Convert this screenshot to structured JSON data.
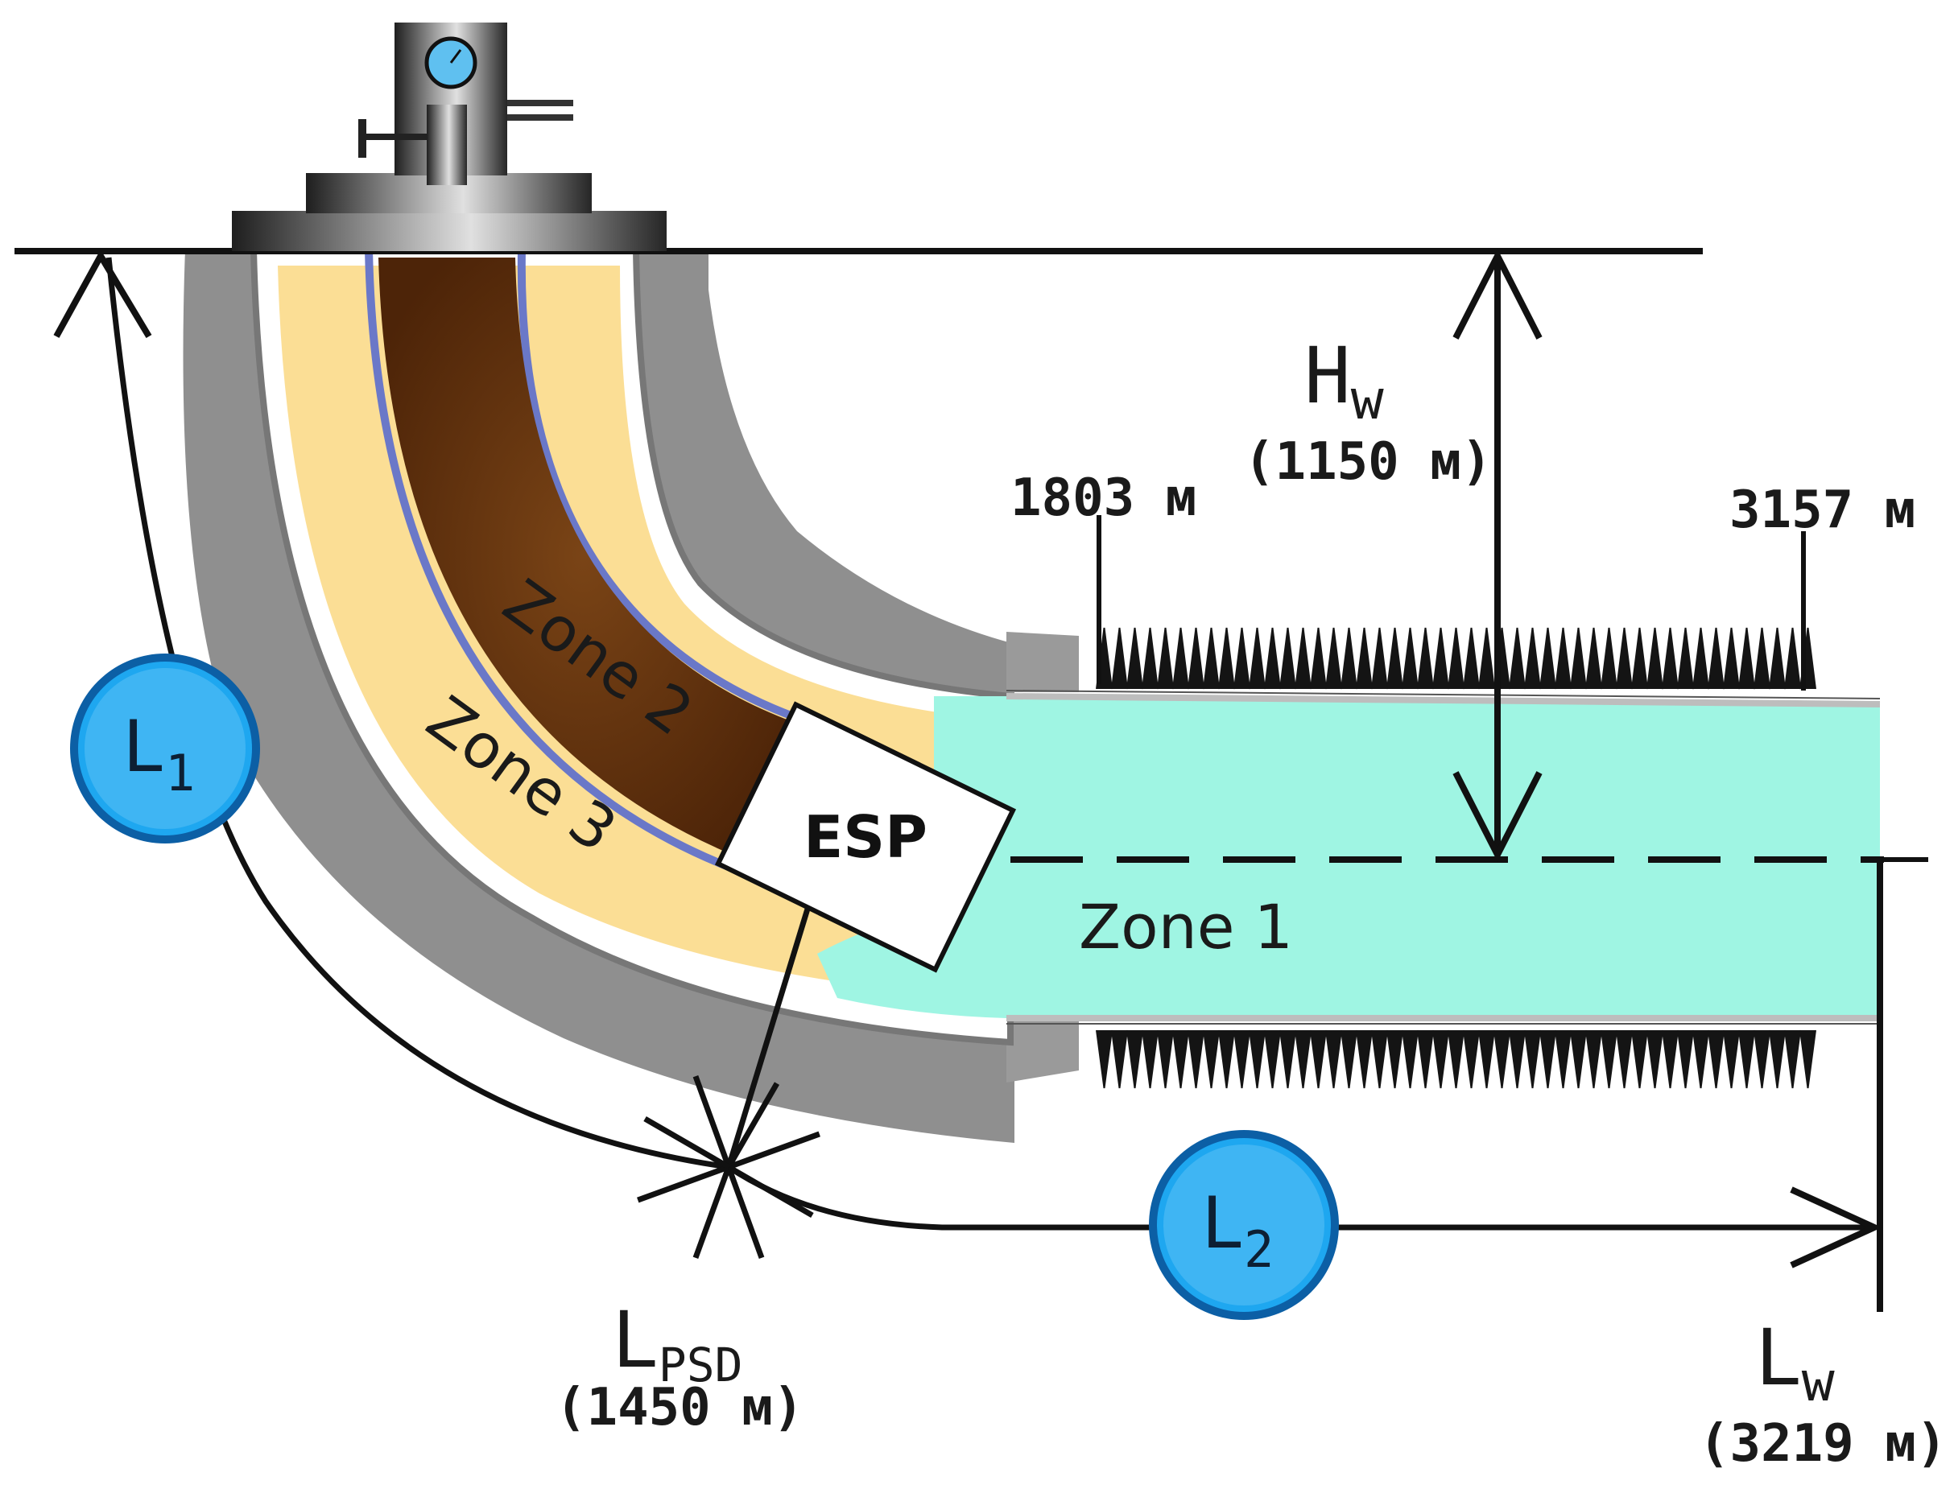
{
  "zones": {
    "zone1": "Zone 1",
    "zone2": "Zone 2",
    "zone3": "Zone 3"
  },
  "esp": "ESP",
  "markers": {
    "l1": {
      "main": "L",
      "sub": "1"
    },
    "l2": {
      "main": "L",
      "sub": "2"
    }
  },
  "hw": {
    "main": "H",
    "sub": "w",
    "value": "(1150 м)"
  },
  "lpsd": {
    "main": "L",
    "sub": "PSD",
    "value": "(1450 м)"
  },
  "lw": {
    "main": "L",
    "sub": "w",
    "value": "(3219 м)"
  },
  "perforation": {
    "start": "1803 м",
    "end": "3157 м"
  },
  "colors": {
    "zone1": "#9ff5e3",
    "zone2": "#6e3c12",
    "zone3": "#fbdc8f",
    "rock": "#8f8f8f",
    "marker": "#1ea7f0",
    "wellhead": "#2c2c2c",
    "gauge": "#5fc0f0"
  }
}
